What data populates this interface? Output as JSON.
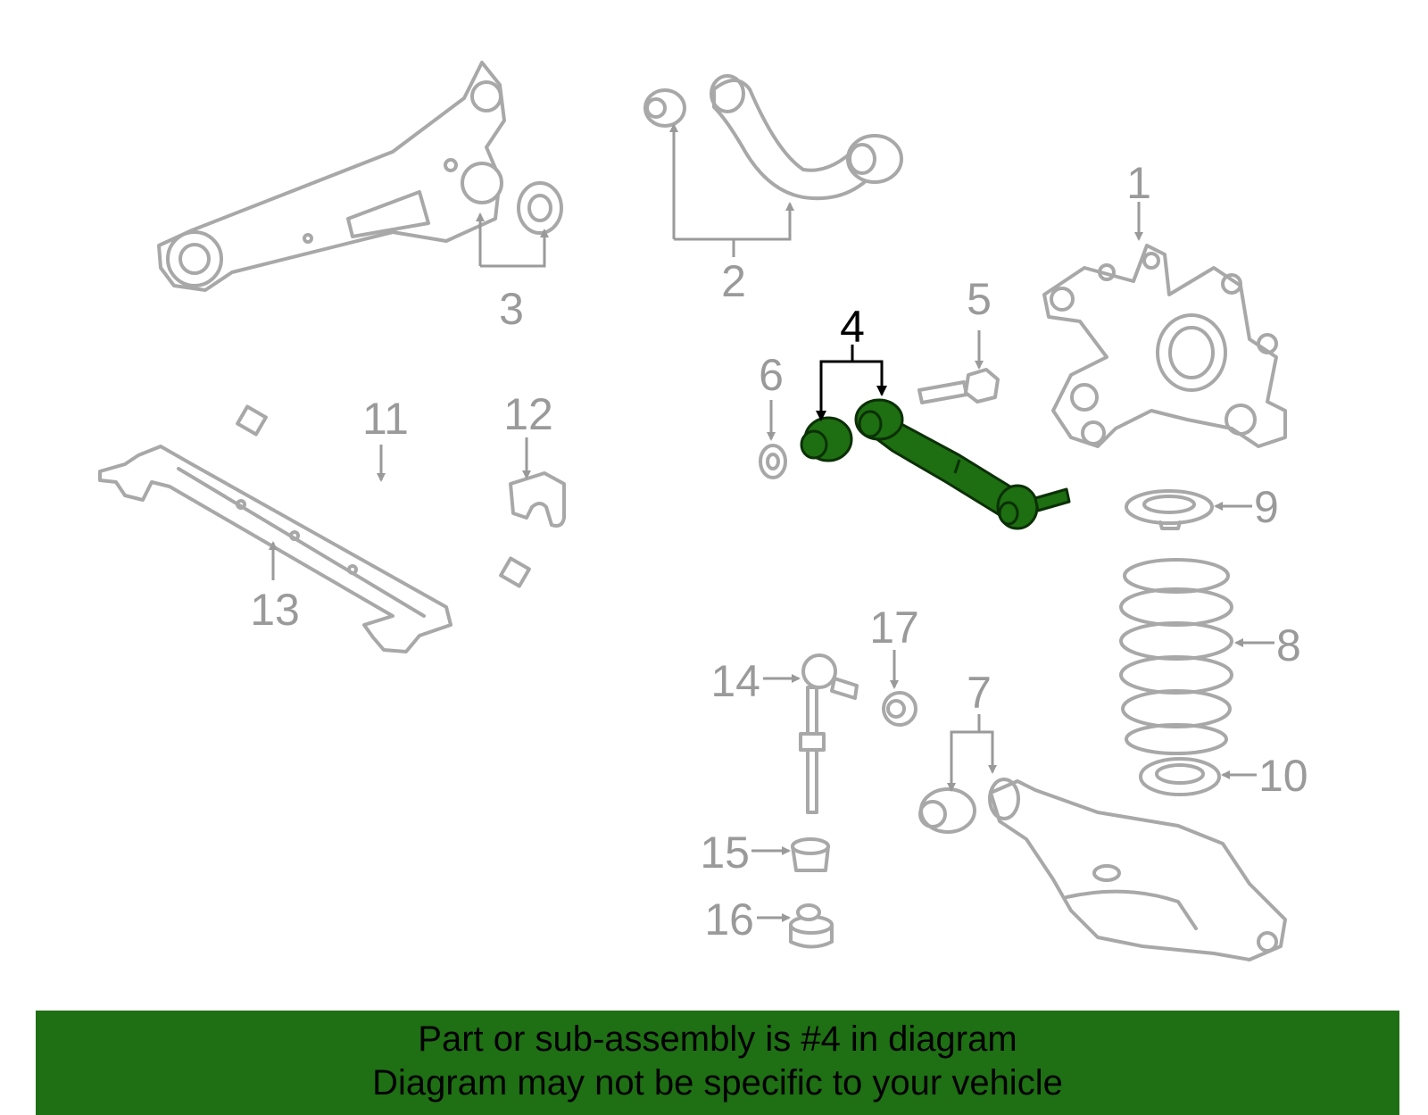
{
  "diagram": {
    "highlighted_part": "4",
    "callouts": [
      "1",
      "2",
      "3",
      "4",
      "5",
      "6",
      "7",
      "8",
      "9",
      "10",
      "11",
      "12",
      "13",
      "14",
      "15",
      "16",
      "17"
    ]
  },
  "banner": {
    "line1": "Part or sub-assembly is #4 in diagram",
    "line2": "Diagram may not be specific to your vehicle"
  },
  "colors": {
    "highlight": "#1e6e12",
    "banner": "#1f6f14",
    "line_art": "#a8a8a8"
  }
}
